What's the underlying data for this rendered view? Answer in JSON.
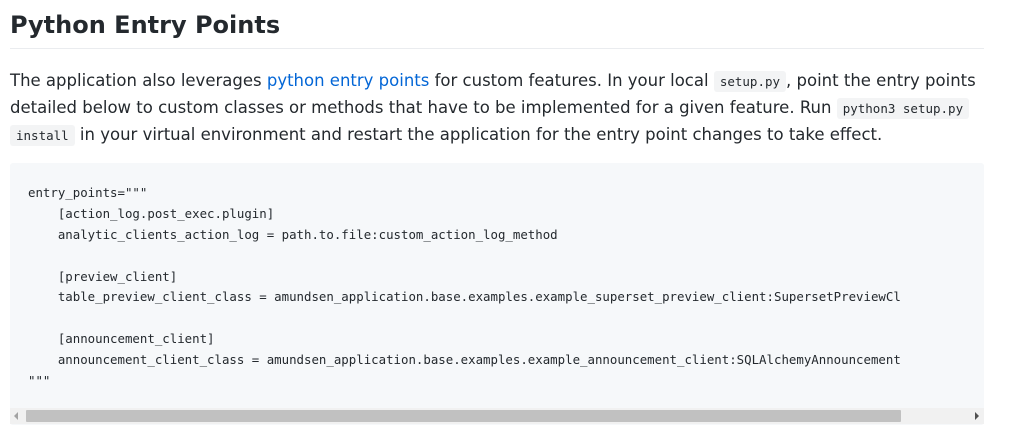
{
  "heading": "Python Entry Points",
  "paragraph": {
    "line1_part1": "The application also leverages ",
    "link_text": "python entry points",
    "line1_part2": " for custom features. In your local ",
    "code_setup": "setup.py",
    "line1_part3": ", point the entry points",
    "line2_part1": "detailed below to custom classes or methods that have to be implemented for a given feature. Run ",
    "code_cmd_1": "python3 setup.py",
    "code_cmd_2": "install",
    "line3_part1": " in your virtual environment and restart the application for the entry point changes to take effect."
  },
  "code_block": {
    "lines": [
      "entry_points=\"\"\"",
      "    [action_log.post_exec.plugin]",
      "    analytic_clients_action_log = path.to.file:custom_action_log_method",
      "",
      "    [preview_client]",
      "    table_preview_client_class = amundsen_application.base.examples.example_superset_preview_client:SupersetPreviewCl",
      "",
      "    [announcement_client]",
      "    announcement_client_class = amundsen_application.base.examples.example_announcement_client:SQLAlchemyAnnouncement",
      "\"\"\""
    ]
  },
  "colors": {
    "link": "#0366d6",
    "text": "#24292e",
    "code_background": "#f6f8fa"
  },
  "icons": {
    "scroll_left": "triangle-left-icon",
    "scroll_right": "triangle-right-icon"
  }
}
